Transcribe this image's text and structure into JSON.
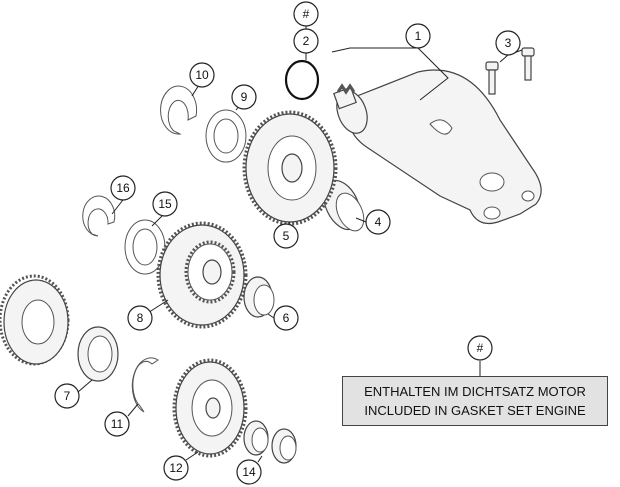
{
  "callouts": {
    "hash_top": "#",
    "c1": "1",
    "c2": "2",
    "c3": "3",
    "c4": "4",
    "c5": "5",
    "c6": "6",
    "c7": "7",
    "c8": "8",
    "c9": "9",
    "c10": "10",
    "c11": "11",
    "c12": "12",
    "c14": "14",
    "c15": "15",
    "c16": "16",
    "hash_note": "#"
  },
  "note": {
    "line1": "ENTHALTEN IM DICHTSATZ MOTOR",
    "line2": "INCLUDED IN GASKET SET ENGINE"
  }
}
